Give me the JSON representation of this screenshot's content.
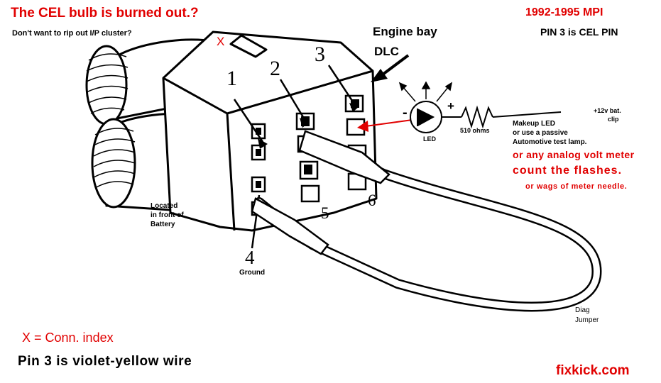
{
  "texts": {
    "title": "The CEL bulb is burned out.?",
    "subtitle": "Don't want to rip out I/P cluster?",
    "years": "1992-1995 MPI",
    "cel_pin": "PIN 3 is CEL PIN",
    "engine_bay": "Engine bay",
    "dlc": "DLC",
    "pin1": "1",
    "pin2": "2",
    "pin3": "3",
    "pin4": "4",
    "pin5": "5",
    "pin6": "6",
    "index_mark": "X",
    "minus": "-",
    "plus": "+",
    "resistor": "510 ohms",
    "led": "LED",
    "battery_line1": "+12v bat.",
    "battery_line2": "clip",
    "makeup_line1": "Makeup LED",
    "makeup_line2": "or use a passive",
    "makeup_line3": "Automotive test lamp.",
    "voltmeter": "or any analog volt meter",
    "flashes": "count the flashes.",
    "wags": "or wags of meter needle.",
    "located_line1": "Located",
    "located_line2": "in front of",
    "located_line3": "Battery",
    "ground": "Ground",
    "diag_line1": "Diag",
    "diag_line2": "Jumper",
    "conn_index": "X = Conn. index",
    "violet_wire": "Pin 3 is violet-yellow wire",
    "site": "fixkick.com"
  },
  "colors": {
    "red": "#e10000",
    "black": "#000000",
    "background": "#ffffff"
  }
}
